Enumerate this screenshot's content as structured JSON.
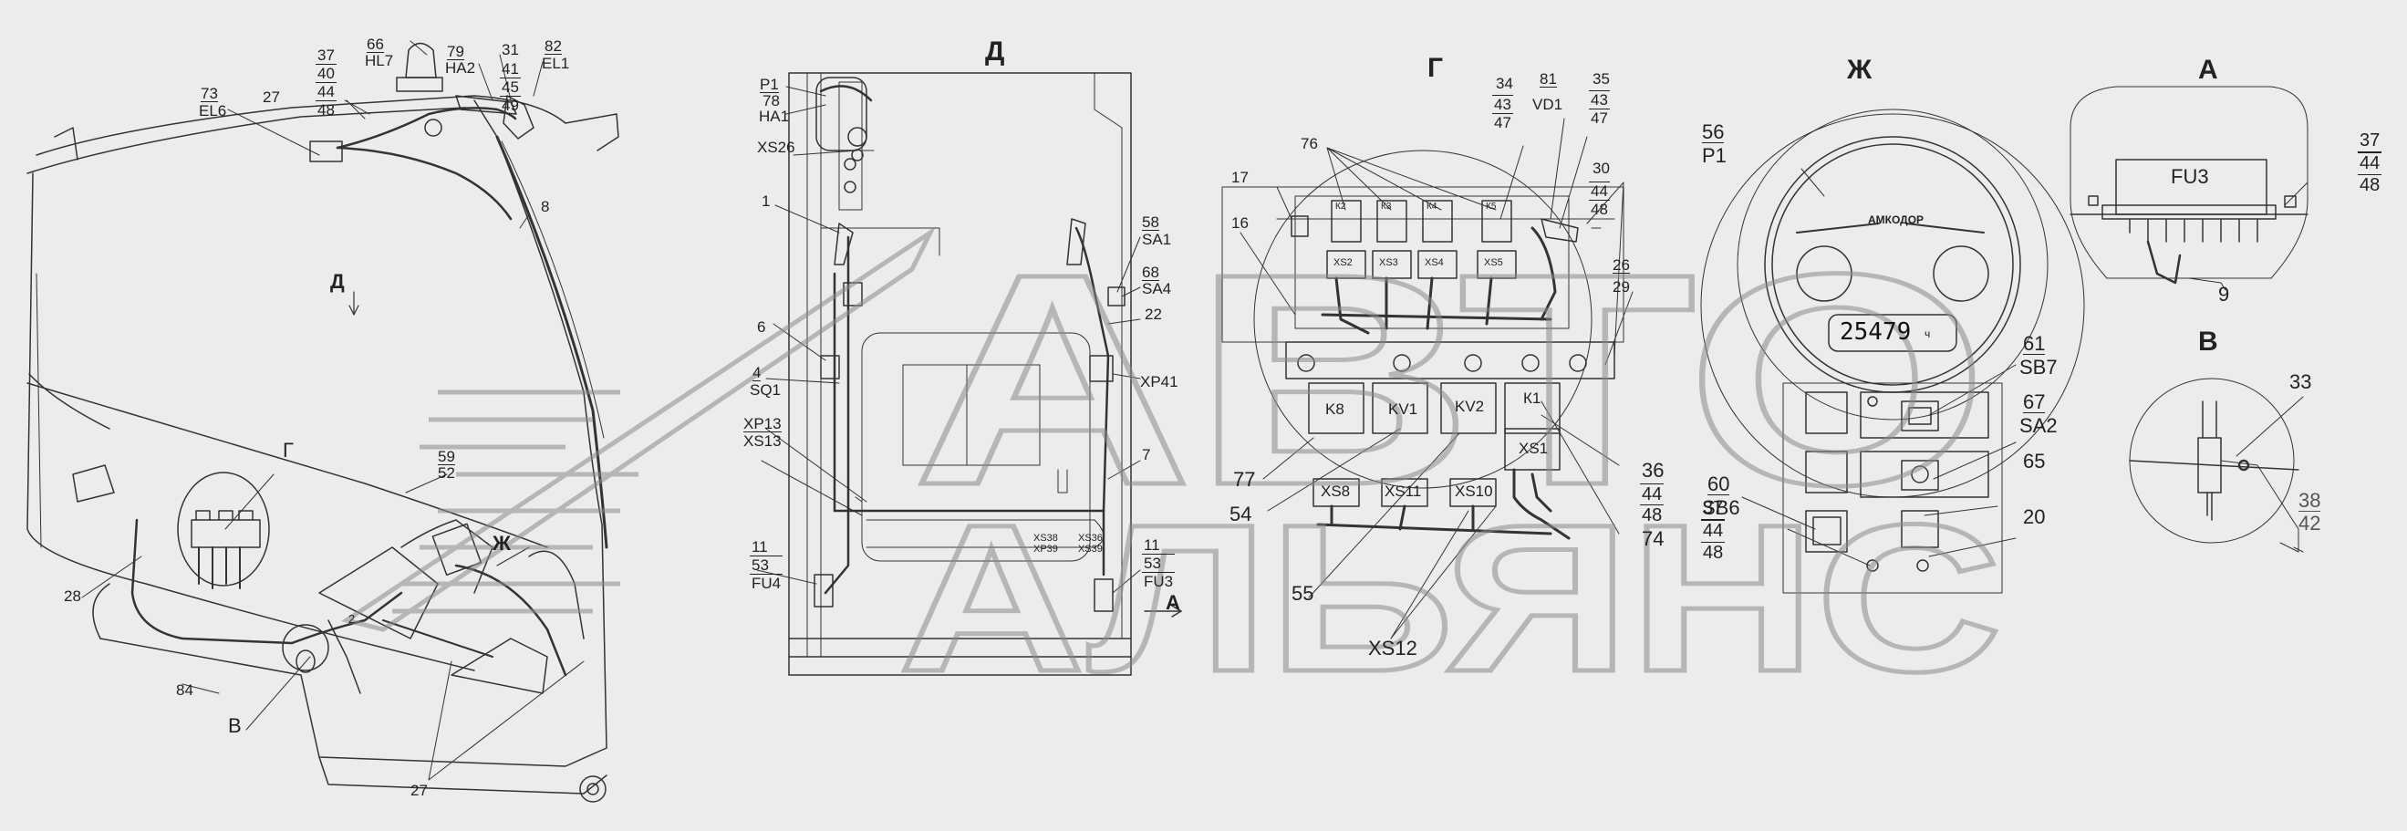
{
  "views": {
    "D": "Д",
    "G": "Г",
    "ZH": "Ж",
    "A": "А",
    "V": "В"
  },
  "left": {
    "c66": "66",
    "c66b": "HL7",
    "c79": "79",
    "c79b": "HA2",
    "c31": "31",
    "c31s": [
      "41",
      "45",
      "49"
    ],
    "c82": "82",
    "c82b": "EL1",
    "c37s": [
      "37",
      "40",
      "44",
      "48"
    ],
    "c73": "73",
    "c73b": "EL6",
    "c27a": "27",
    "c8": "8",
    "dArrow": "Д",
    "gMark": "Г",
    "c59": "59",
    "c52": "52",
    "zhArrow": "Ж",
    "c28": "28",
    "c84": "84",
    "vMark": "В",
    "c27b": "27",
    "c2": "2"
  },
  "d": {
    "p1": "P1",
    "c78": "78",
    "ha1": "HA1",
    "xs26": "XS26",
    "c1": "1",
    "c6": "6",
    "c4": "4",
    "sq1": "SQ1",
    "xp13": "XP13",
    "xs13": "XS13",
    "c11a": "11",
    "c53a": "53",
    "fu4": "FU4",
    "c58": "58",
    "sa1": "SA1",
    "c68": "68",
    "sa4": "SA4",
    "c22": "22",
    "xp41": "XP41",
    "c7": "7",
    "c11b": "11",
    "c53b": "53",
    "fu3": "FU3",
    "aArrow": "А",
    "xs38": "XS38",
    "xp39": "XP39",
    "xs36": "XS36",
    "xs39": "XS39"
  },
  "g": {
    "c34": "34",
    "c34s": [
      "43",
      "47"
    ],
    "c81": "81",
    "vd1": "VD1",
    "c35": "35",
    "c35s": [
      "43",
      "47"
    ],
    "c76": "76",
    "c17": "17",
    "c16": "16",
    "c30": "30",
    "c30s": [
      "44",
      "48"
    ],
    "c26": "26",
    "c29": "29",
    "k2": "К2",
    "k3": "К3",
    "k4": "К4",
    "k5": "К5",
    "xs2": "XS2",
    "xs3": "XS3",
    "xs4": "XS4",
    "xs5": "XS5",
    "k8": "K8",
    "kv1": "KV1",
    "kv2": "KV2",
    "k1": "К1",
    "xs1": "XS1",
    "xs8": "XS8",
    "xs11": "XS11",
    "xs10": "XS10",
    "c77": "77",
    "c54": "54",
    "c55": "55",
    "xs12": "XS12",
    "c36": "36",
    "c36s": [
      "44",
      "48"
    ],
    "c74": "74"
  },
  "zh": {
    "c56": "56",
    "p1": "P1",
    "brand": "АМКОДОР",
    "odo": "25479",
    "odoUnit": "ч",
    "c61": "61",
    "sb7": "SB7",
    "c67": "67",
    "sa2": "SA2",
    "c60": "60",
    "sb6": "SB6",
    "c65": "65",
    "c37s": [
      "37",
      "44",
      "48"
    ],
    "c20": "20"
  },
  "a": {
    "fu3": "FU3",
    "c37s": [
      "37",
      "44",
      "48"
    ],
    "c9": "9"
  },
  "v": {
    "c33": "33",
    "c38": "38",
    "c42": "42"
  },
  "watermark": {
    "w1": "АВТО",
    "w2": "АЛЬЯНС"
  }
}
